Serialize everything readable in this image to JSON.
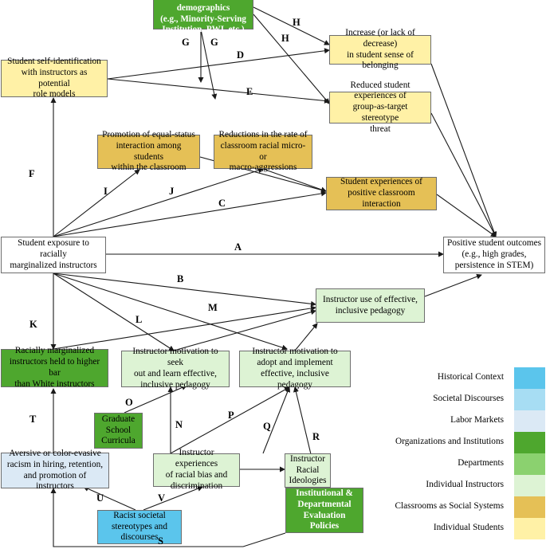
{
  "colors": {
    "historical": "#5bc5ec",
    "societal": "#a7ddf3",
    "labor": "#dbe9f5",
    "organizations": "#4ea72e",
    "departments": "#8bd16f",
    "individual_instructors": "#ddf3d4",
    "classrooms": "#e5c056",
    "individual_students": "#fff1a6",
    "outline": "#6e6e6e",
    "arrow": "#1a1a1a"
  },
  "nodes": {
    "inst_demo": "Institutional demographics\n(e.g., Minority-Serving\nInstitution, PWI, etc.)",
    "self_id": "Student self-identification\nwith instructors as potential\nrole models",
    "belonging": "Increase (or lack of decrease)\nin student sense of belonging",
    "stereotype": "Reduced student experiences of\ngroup-as-target stereotype\nthreat",
    "equal_status": "Promotion of equal-status\ninteraction among students\nwithin the classroom",
    "micro": "Reductions in the rate of\nclassroom racial micro- or\nmacro-aggressions",
    "positive_int": "Student experiences of\npositive classroom\ninteraction",
    "exposure": "Student exposure to racially\nmarginalized instructors",
    "outcomes": "Positive student outcomes\n(e.g., high grades,\npersistence in STEM)",
    "pedagogy": "Instructor use of effective,\ninclusive pedagogy",
    "higher_bar": "Racially marginalized\ninstructors held to higher bar\nthan White instructors",
    "motiv_learn": "Instructor motivation to seek\nout and learn effective,\ninclusive pedagogy",
    "motiv_adopt": "Instructor motivation to\nadopt and implement\neffective, inclusive pedagogy",
    "grad": "Graduate\nSchool\nCurricula",
    "aversive": "Aversive or color-evasive\nracism in hiring, retention,\nand promotion of instructors",
    "bias": "Instructor experiences\nof racial bias and\ndiscrimination",
    "ideologies": "Instructor\nRacial\nIdeologies",
    "racist": "Racist societal\nstereotypes and\ndiscourses",
    "eval": "Institutional &\nDepartmental\nEvaluation Policies"
  },
  "edge_labels": {
    "A": "A",
    "B": "B",
    "C": "C",
    "D": "D",
    "E": "E",
    "F": "F",
    "G1": "G",
    "G2": "G",
    "H1": "H",
    "H2": "H",
    "I": "I",
    "J": "J",
    "K": "K",
    "L": "L",
    "M": "M",
    "N": "N",
    "O": "O",
    "P": "P",
    "Q": "Q",
    "R": "R",
    "S": "S",
    "T": "T",
    "U": "U",
    "V": "V"
  },
  "legend": [
    {
      "label": "Historical Context",
      "color": "#5bc5ec"
    },
    {
      "label": "Societal Discourses",
      "color": "#a7ddf3"
    },
    {
      "label": "Labor Markets",
      "color": "#dbe9f5"
    },
    {
      "label": "Organizations and Institutions",
      "color": "#4ea72e"
    },
    {
      "label": "Departments",
      "color": "#8bd16f"
    },
    {
      "label": "Individual Instructors",
      "color": "#ddf3d4"
    },
    {
      "label": "Classrooms as Social Systems",
      "color": "#e5c056"
    },
    {
      "label": "Individual Students",
      "color": "#fff1a6"
    }
  ]
}
